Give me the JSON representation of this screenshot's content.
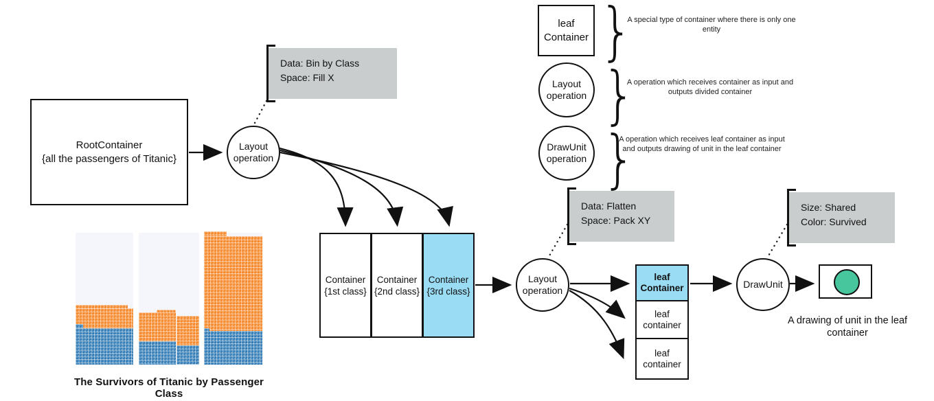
{
  "colors": {
    "highlight_blue": "#9ADCF3",
    "note_gray": "#C9CDCD",
    "unit_green": "#47C59C",
    "chart_orange": "#F5811F",
    "chart_blue": "#2875B2",
    "chart_bg": "#F4F6FB"
  },
  "legend": {
    "brace": "}",
    "leaf_box": {
      "line1": "leaf",
      "line2": "Container"
    },
    "leaf_desc": "A special type of container where there is only one entity",
    "layout_circle": {
      "line1": "Layout",
      "line2": "operation"
    },
    "layout_desc": "A operation which receives container as input and outputs divided container",
    "drawunit_circle": {
      "line1": "DrawUnit",
      "line2": "operation"
    },
    "drawunit_desc": "A operation which receives  leaf container as input and outputs drawing of unit in the leaf container"
  },
  "flow": {
    "root": {
      "line1": "RootContainer",
      "line2": "{all the passengers of Titanic}"
    },
    "op1": {
      "line1": "Layout",
      "line2": "operation"
    },
    "note1": {
      "line1": "Data: Bin by Class",
      "line2": "Space: Fill X"
    },
    "containers": [
      {
        "line1": "Container",
        "line2": "{1st class}"
      },
      {
        "line1": "Container",
        "line2": "{2nd class}"
      },
      {
        "line1": "Container",
        "line2": "{3rd class}"
      }
    ],
    "op2": {
      "line1": "Layout",
      "line2": "operation"
    },
    "note2": {
      "line1": "Data: Flatten",
      "line2": "Space: Pack XY"
    },
    "leaf_stack": [
      {
        "line1": "leaf",
        "line2": "Container"
      },
      {
        "line1": "leaf",
        "line2": "container"
      },
      {
        "line1": "leaf",
        "line2": "container"
      }
    ],
    "drawunit_label": "DrawUnit",
    "note3": {
      "line1": "Size: Shared",
      "line2": "Color: Survived"
    },
    "unit_caption": {
      "line1": "A drawing of unit in the leaf",
      "line2": "container"
    }
  },
  "chart": {
    "caption": "The Survivors of Titanic by Passenger Class",
    "type": "unit-waffle",
    "categories": [
      "1st class",
      "2nd class",
      "3rd class"
    ],
    "series_colors": {
      "orange": "#F5811F",
      "blue": "#2875B2"
    }
  }
}
